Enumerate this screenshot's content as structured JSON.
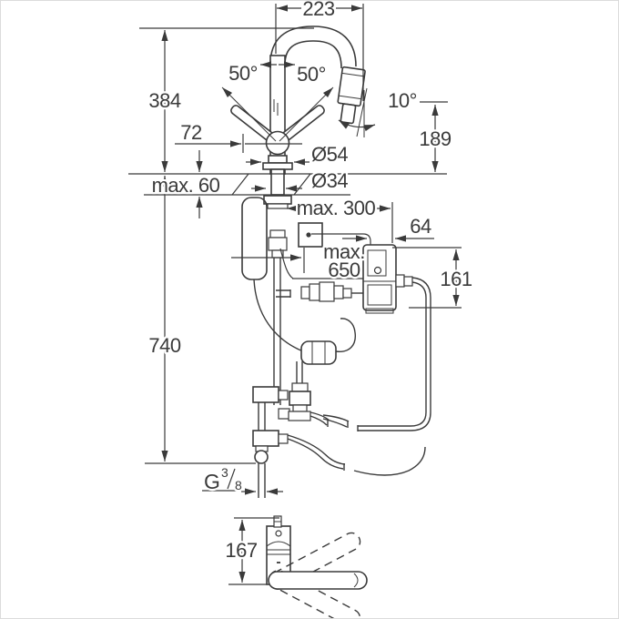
{
  "drawing": {
    "title": "faucet-installation-dimension-drawing",
    "colors": {
      "line": "#3a3a3a",
      "background": "#ffffff",
      "border": "#dcdcdc"
    },
    "labels": {
      "spout_reach": "223",
      "spout_height": "384",
      "supply_length": "740",
      "max_deck_thickness": "max. 60",
      "base_diameter": "Ø54",
      "hole_diameter": "Ø34",
      "lever_angle_left": "50°",
      "lever_angle_right": "50°",
      "lever_projection": "72",
      "spray_angle": "10°",
      "outlet_height": "189",
      "max_control_distance": "max. 300",
      "max_cable_length_line1": "max.",
      "max_cable_length_line2": "650",
      "control_box_depth": "64",
      "control_box_height": "161",
      "thread_prefix": "G",
      "thread_numerator": "3",
      "thread_denominator": "8",
      "side_view_height": "167"
    }
  }
}
